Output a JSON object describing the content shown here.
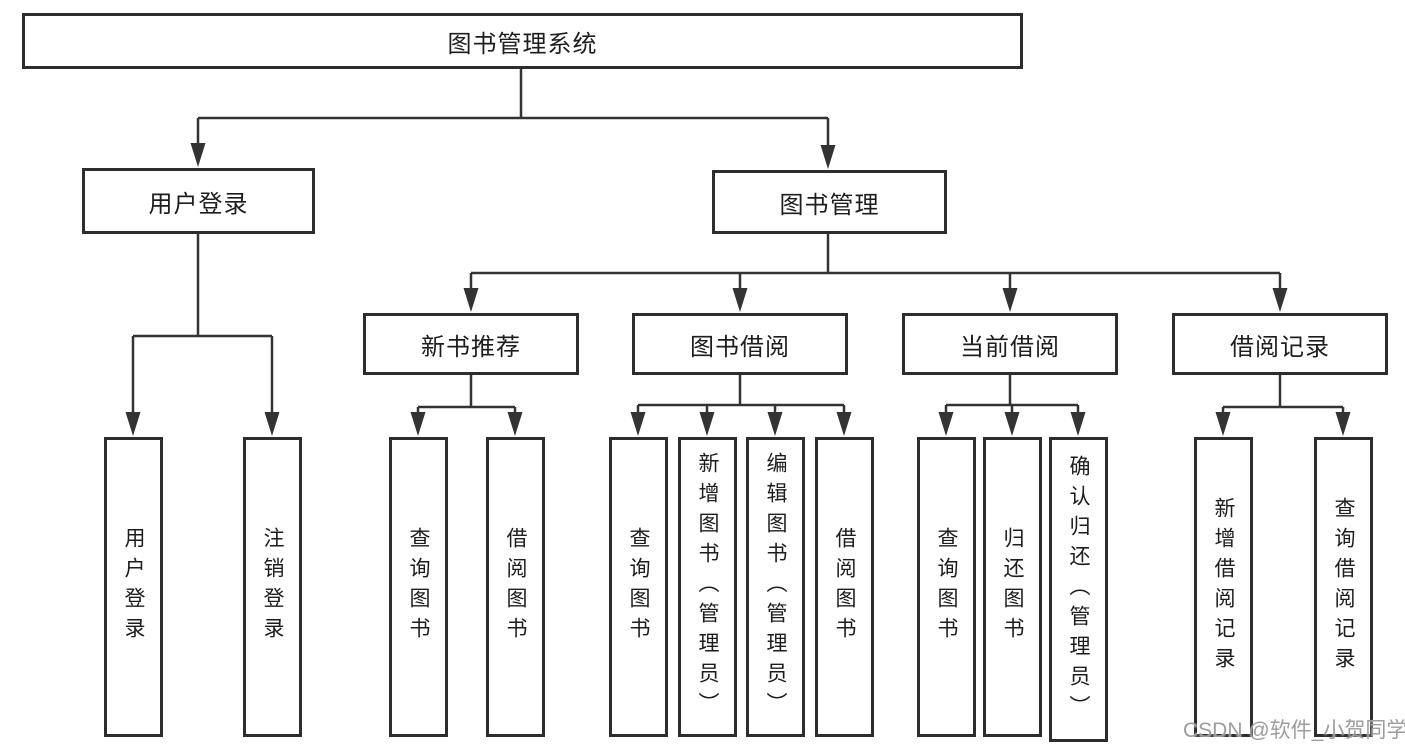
{
  "diagram_type": "hierarchy-tree",
  "colors": {
    "background": "#ffffff",
    "line": "#333333",
    "box_border": "#2d2d2d",
    "text": "#1d1d1f",
    "watermark": "#9d9d9d"
  },
  "tree": {
    "label": "图书管理系统",
    "children": [
      {
        "label": "用户登录",
        "children": [
          {
            "label": "用户登录"
          },
          {
            "label": "注销登录"
          }
        ]
      },
      {
        "label": "图书管理",
        "children": [
          {
            "label": "新书推荐",
            "children": [
              {
                "label": "查询图书"
              },
              {
                "label": "借阅图书"
              }
            ]
          },
          {
            "label": "图书借阅",
            "children": [
              {
                "label": "查询图书"
              },
              {
                "label": "新增图书（管理员）"
              },
              {
                "label": "编辑图书（管理员）"
              },
              {
                "label": "借阅图书"
              }
            ]
          },
          {
            "label": "当前借阅",
            "children": [
              {
                "label": "查询图书"
              },
              {
                "label": "归还图书"
              },
              {
                "label": "确认归还（管理员）"
              }
            ]
          },
          {
            "label": "借阅记录",
            "children": [
              {
                "label": "新增借阅记录"
              },
              {
                "label": "查询借阅记录"
              }
            ]
          }
        ]
      }
    ]
  },
  "watermark": {
    "text": "CSDN @软件_小贺同学"
  }
}
